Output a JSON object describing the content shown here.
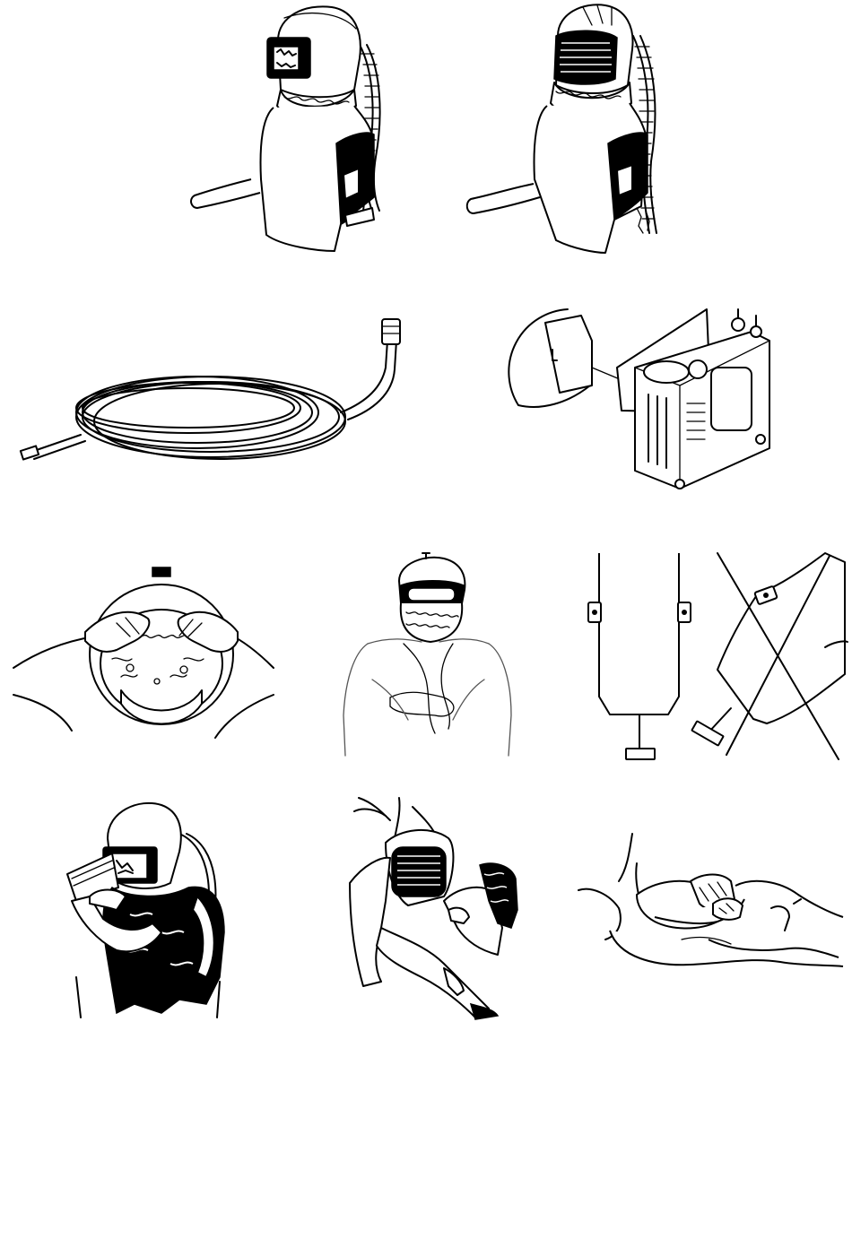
{
  "document": {
    "type": "illustration-sheet",
    "figures": [
      {
        "id": "fig-helmet-window",
        "icon": "blast-helmet-icon"
      },
      {
        "id": "fig-helmet-screen",
        "icon": "blast-helmet-icon"
      },
      {
        "id": "fig-air-hose",
        "icon": "coiled-hose-icon"
      },
      {
        "id": "fig-air-filter",
        "icon": "air-filter-unit-icon"
      },
      {
        "id": "fig-inner-bib",
        "icon": "helmet-inner-view-icon"
      },
      {
        "id": "fig-bib-tuck",
        "icon": "person-adjusting-bib-icon"
      },
      {
        "id": "fig-cape-hang",
        "icon": "cape-hanging-icon"
      },
      {
        "id": "fig-lens-change",
        "icon": "person-changing-lens-icon"
      },
      {
        "id": "fig-cape-don",
        "icon": "person-donning-cape-icon"
      },
      {
        "id": "fig-cape-fold",
        "icon": "hands-folding-cape-icon"
      }
    ]
  }
}
